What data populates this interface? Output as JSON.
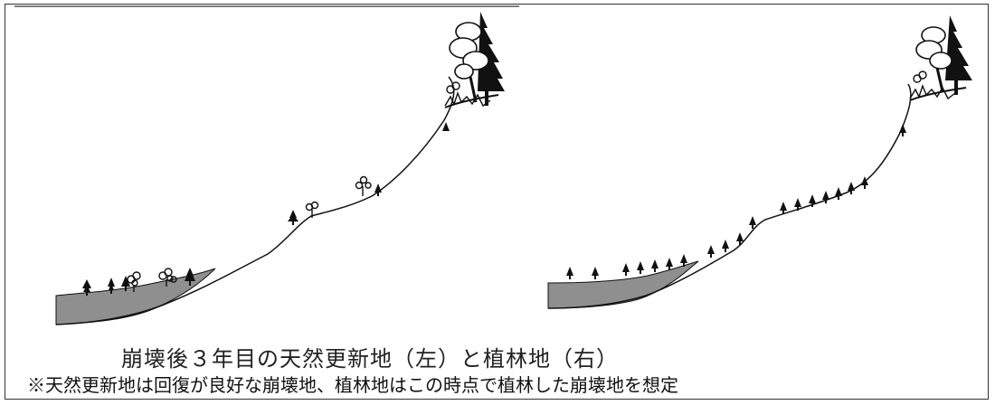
{
  "caption": "崩壊後３年目の天然更新地（左）と植林地（右）",
  "note": "※天然更新地は回復が良好な崩壊地、植林地はこの時点で植林した崩壊地を想定",
  "panels": [
    {
      "name": "natural-regeneration-site"
    },
    {
      "name": "plantation-site"
    }
  ],
  "colors": {
    "deposit": "#8f8f8f",
    "line": "#111111",
    "tree": "#111111"
  }
}
